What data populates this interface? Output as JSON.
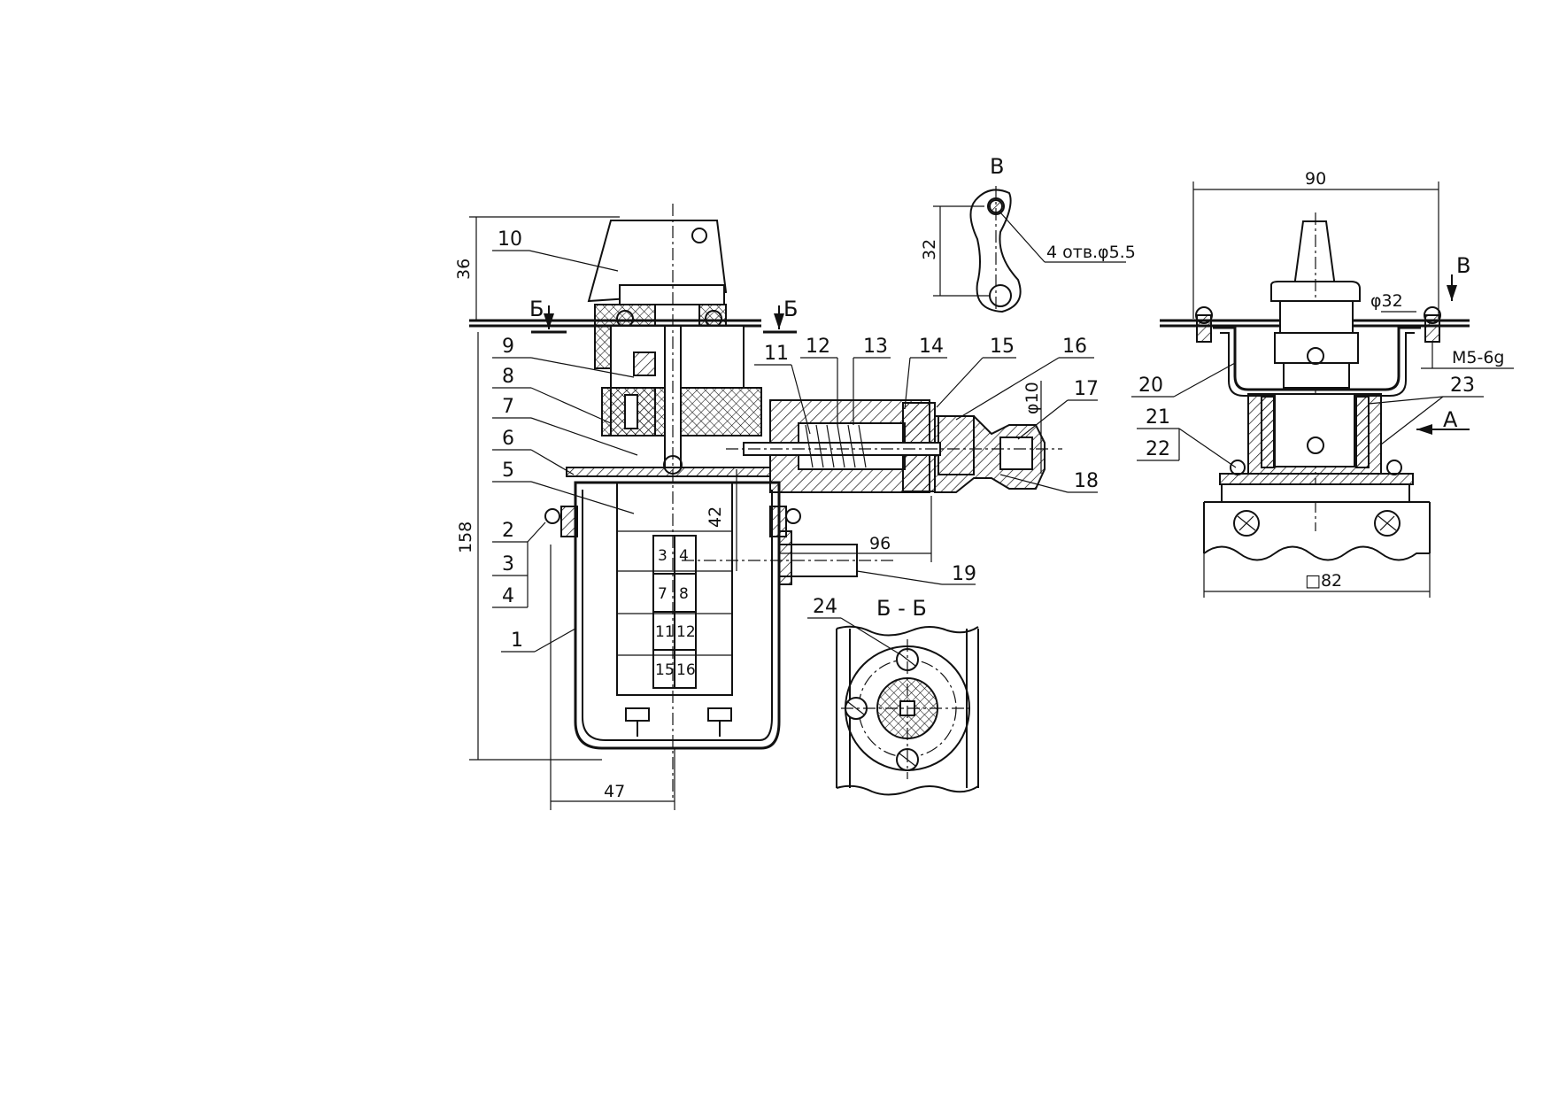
{
  "section_title": "Б - Б",
  "view_label": "В",
  "arrow_view_label": "В",
  "arrow_a_label": "А",
  "section_mark_left": "Б",
  "section_mark_right": "Б",
  "dimensions": {
    "d36": "36",
    "d158": "158",
    "d47": "47",
    "d42": "42",
    "d96": "96",
    "d32": "32",
    "holes": "4 отв.φ5.5",
    "d10": "φ10",
    "d90": "90",
    "d32b": "φ32",
    "thread": "M5-6g",
    "sq82": "□82"
  },
  "parts": {
    "p1": "1",
    "p2": "2",
    "p3": "3",
    "p4": "4",
    "p5": "5",
    "p6": "6",
    "p7": "7",
    "p8": "8",
    "p9": "9",
    "p10": "10",
    "p11": "11",
    "p12": "12",
    "p13": "13",
    "p14": "14",
    "p15": "15",
    "p16": "16",
    "p17": "17",
    "p18": "18",
    "p19": "19",
    "p20": "20",
    "p21": "21",
    "p22": "22",
    "p23": "23",
    "p24": "24"
  },
  "terminal_cells": {
    "c3": "3",
    "c4": "4",
    "c7": "7",
    "c8": "8",
    "c11": "11",
    "c12": "12",
    "c15": "15",
    "c16": "16"
  }
}
